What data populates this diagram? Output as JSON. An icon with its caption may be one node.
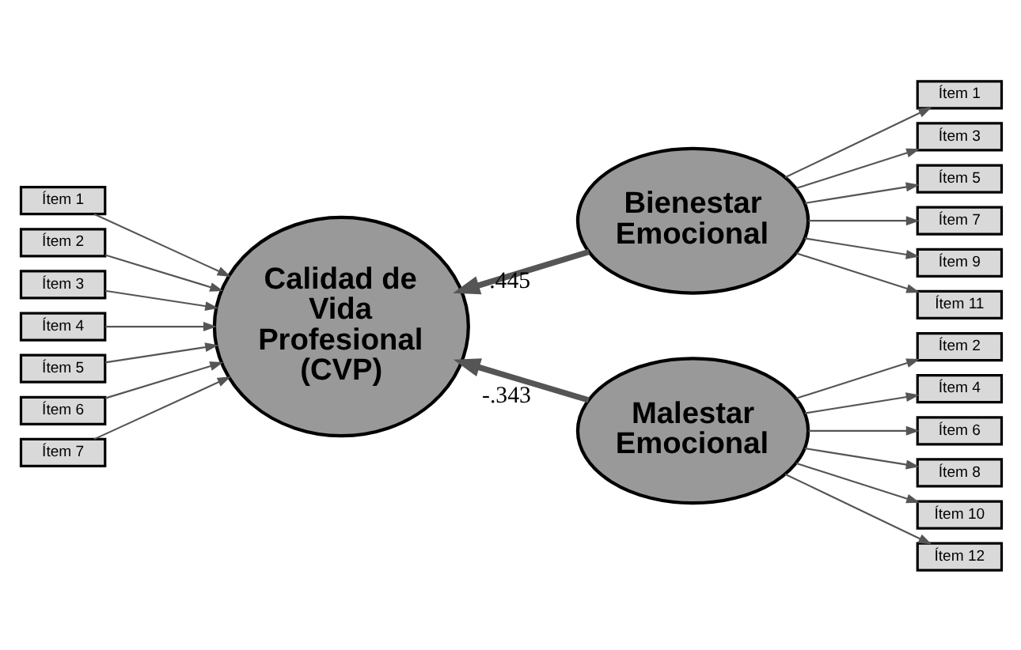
{
  "diagram": {
    "nodes": [
      {
        "text": [
          "Ítem 1"
        ]
      },
      {
        "text": [
          "Ítem 2"
        ]
      },
      {
        "text": [
          "Ítem 3"
        ]
      },
      {
        "text": [
          "Ítem 4"
        ]
      },
      {
        "text": [
          "Ítem 5"
        ]
      },
      {
        "text": [
          "Ítem 6"
        ]
      },
      {
        "text": [
          "Ítem 7"
        ]
      },
      {
        "text": [
          "Calidad de Vida Profesional (CVP)"
        ]
      },
      {
        "text": [
          "Bienestar Emocional"
        ]
      },
      {
        "text": [
          "Malestar Emocional"
        ]
      },
      {
        "text": [
          "Ítem 1"
        ]
      },
      {
        "text": [
          "Ítem 3"
        ]
      },
      {
        "text": [
          "Ítem 5"
        ]
      },
      {
        "text": [
          "Ítem 7"
        ]
      },
      {
        "text": [
          "Ítem 9"
        ]
      },
      {
        "text": [
          "Ítem 11"
        ]
      },
      {
        "text": [
          "Ítem 2"
        ]
      },
      {
        "text": [
          "Ítem 4"
        ]
      },
      {
        "text": [
          "Ítem 6"
        ]
      },
      {
        "text": [
          "Ítem 8"
        ]
      },
      {
        "text": [
          "Ítem 10"
        ]
      },
      {
        "text": [
          "Ítem 12"
        ]
      }
    ],
    "edges": [
      {
        "from": 0,
        "to": 7,
        "arrow": "to"
      },
      {
        "from": 1,
        "to": 7,
        "arrow": "to"
      },
      {
        "from": 2,
        "to": 7,
        "arrow": "to"
      },
      {
        "from": 3,
        "to": 7,
        "arrow": "to"
      },
      {
        "from": 4,
        "to": 7,
        "arrow": "to"
      },
      {
        "from": 5,
        "to": 7,
        "arrow": "to"
      },
      {
        "from": 6,
        "to": 7,
        "arrow": "to"
      },
      {
        "from": 8,
        "to": 7,
        "arrow": "to",
        "label": ".445",
        "style": "thick"
      },
      {
        "from": 9,
        "to": 7,
        "arrow": "to",
        "label": "-.343",
        "style": "thick"
      },
      {
        "from": 8,
        "to": 10,
        "arrow": "to"
      },
      {
        "from": 8,
        "to": 11,
        "arrow": "to"
      },
      {
        "from": 8,
        "to": 12,
        "arrow": "to"
      },
      {
        "from": 8,
        "to": 13,
        "arrow": "to"
      },
      {
        "from": 8,
        "to": 14,
        "arrow": "to"
      },
      {
        "from": 8,
        "to": 15,
        "arrow": "to"
      },
      {
        "from": 9,
        "to": 16,
        "arrow": "to"
      },
      {
        "from": 9,
        "to": 17,
        "arrow": "to"
      },
      {
        "from": 9,
        "to": 18,
        "arrow": "to"
      },
      {
        "from": 9,
        "to": 19,
        "arrow": "to"
      },
      {
        "from": 9,
        "to": 20,
        "arrow": "to"
      },
      {
        "from": 9,
        "to": 21,
        "arrow": "to"
      }
    ]
  }
}
